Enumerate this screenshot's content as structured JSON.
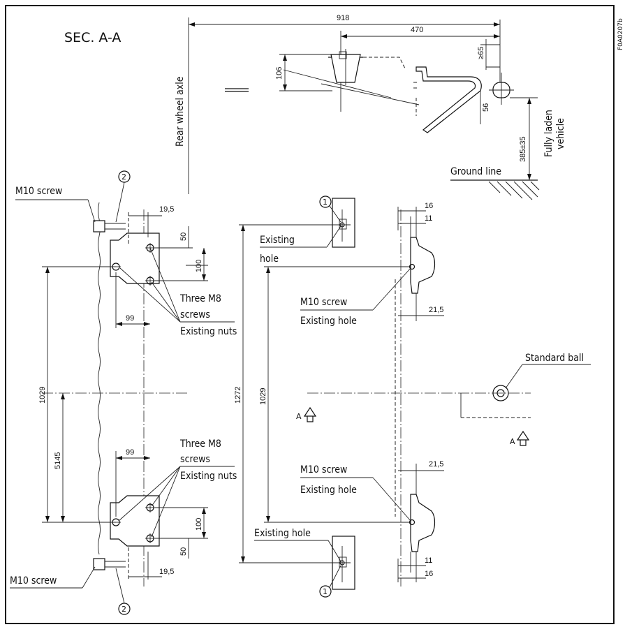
{
  "figure_code": "F0A0207b",
  "section_title": "SEC. A-A",
  "labels": {
    "rear_wheel_axle": "Rear wheel axle",
    "fully_laden": "Fully laden",
    "vehicle": "vehicle",
    "ground_line": "Ground line",
    "m10_screw": "M10 screw",
    "existing_hole": "Existing hole",
    "existing": "Existing",
    "hole": "hole",
    "three_m8": "Three M8",
    "screws": "screws",
    "existing_nuts": "Existing nuts",
    "standard_ball": "Standard ball",
    "section_marker": "A"
  },
  "callouts": [
    "1",
    "2"
  ],
  "dimensions": {
    "d918": "918",
    "d470": "470",
    "d65": "≥65",
    "d106": "106",
    "d56": "56",
    "d385": "385±35",
    "d19_5": "19,5",
    "d50": "50",
    "d100": "100",
    "d99": "99",
    "d1029": "1029",
    "d5145": "5145",
    "d1272": "1272",
    "d16": "16",
    "d11": "11",
    "d21_5": "21,5"
  }
}
